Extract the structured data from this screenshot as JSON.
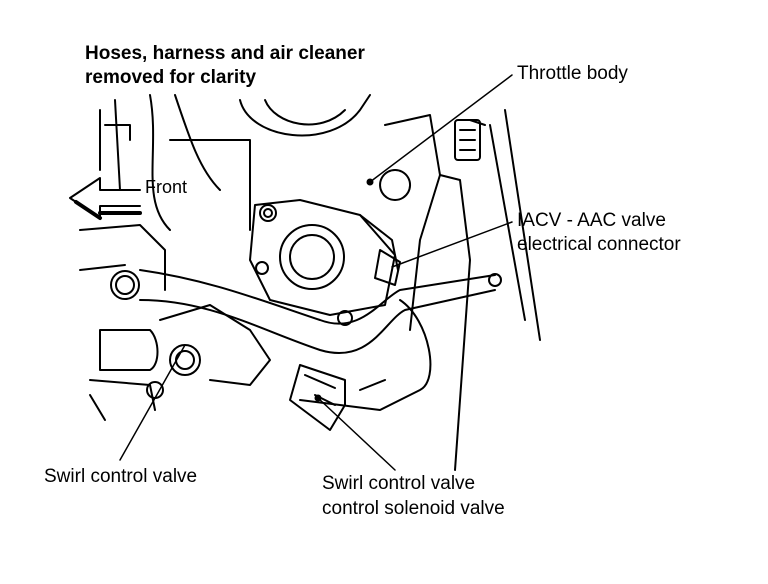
{
  "note": {
    "line1": "Hoses, harness and air cleaner",
    "line2": "removed for clarity"
  },
  "labels": {
    "throttle_body": "Throttle body",
    "front": "Front",
    "iacv_line1": "IACV - AAC valve",
    "iacv_line2": "electrical connector",
    "swirl_valve": "Swirl control valve",
    "solenoid_line1": "Swirl control valve",
    "solenoid_line2": "control solenoid valve"
  }
}
